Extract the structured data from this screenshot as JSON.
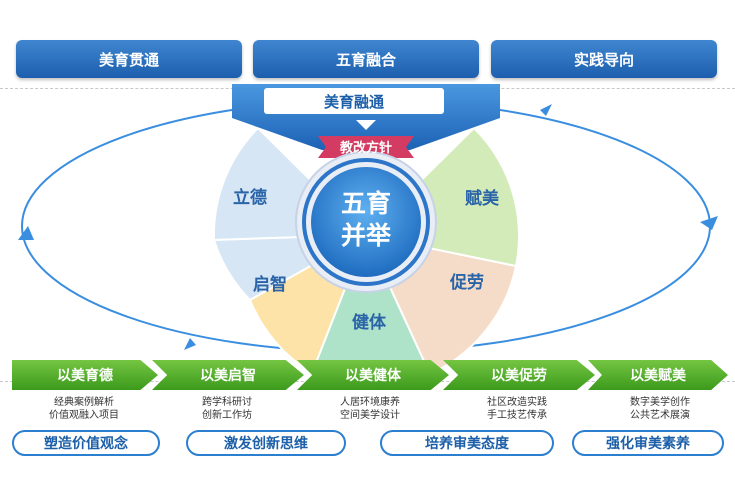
{
  "top_buttons": [
    "美育贯通",
    "五育融合",
    "实践导向"
  ],
  "banner": {
    "title": "美育融通",
    "subtitle": "教改方针"
  },
  "center": {
    "line1": "五育",
    "line2": "并举"
  },
  "petals": [
    "立德",
    "启智",
    "健体",
    "促劳",
    "赋美"
  ],
  "steps": [
    {
      "label": "以美育德",
      "items": [
        "经典案例解析",
        "价值观融入项目"
      ]
    },
    {
      "label": "以美启智",
      "items": [
        "跨学科研讨",
        "创新工作坊"
      ]
    },
    {
      "label": "以美健体",
      "items": [
        "人居环境康养",
        "空间美学设计"
      ]
    },
    {
      "label": "以美促劳",
      "items": [
        "社区改造实践",
        "手工技艺传承"
      ]
    },
    {
      "label": "以美赋美",
      "items": [
        "数字美学创作",
        "公共艺术展演"
      ]
    }
  ],
  "goals": [
    "塑造价值观念",
    "激发创新思维",
    "培养审美态度",
    "强化审美素养"
  ],
  "colors": {
    "top_button": "#2a6fbe",
    "petal_lide": "#d6e6f4",
    "petal_qizhi": "#fde3a7",
    "petal_jianti": "#aee3c9",
    "petal_cuilao": "#f5dcc8",
    "petal_fumei": "#d2ebb8",
    "step_green": "#5cb332",
    "goal_border": "#2b7fd0",
    "cycle_line": "#3a8ee0"
  }
}
